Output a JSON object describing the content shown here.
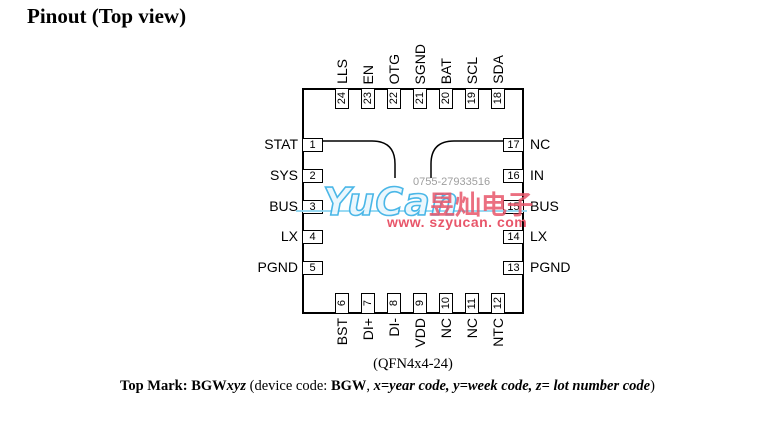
{
  "title": "Pinout (Top view)",
  "caption": "(QFN4x4-24)",
  "package_name": "QFN4x4-24",
  "top_mark": {
    "label_bold": "Top Mark: BGW",
    "label_italic": "xyz",
    "open_text": " (device code: ",
    "device_code": "BGW",
    "comma": ", ",
    "codes_italic": "x=year code, y=week code, z= lot number code",
    "close_text": ")"
  },
  "pins": {
    "top": [
      {
        "num": "24",
        "label": "LLS"
      },
      {
        "num": "23",
        "label": "EN"
      },
      {
        "num": "22",
        "label": "OTG"
      },
      {
        "num": "21",
        "label": "SGND"
      },
      {
        "num": "20",
        "label": "BAT"
      },
      {
        "num": "19",
        "label": "SCL"
      },
      {
        "num": "18",
        "label": "SDA"
      }
    ],
    "left": [
      {
        "num": "1",
        "label": "STAT"
      },
      {
        "num": "2",
        "label": "SYS"
      },
      {
        "num": "3",
        "label": "BUS"
      },
      {
        "num": "4",
        "label": "LX"
      },
      {
        "num": "5",
        "label": "PGND"
      }
    ],
    "right": [
      {
        "num": "17",
        "label": "NC"
      },
      {
        "num": "16",
        "label": "IN"
      },
      {
        "num": "15",
        "label": "BUS"
      },
      {
        "num": "14",
        "label": "LX"
      },
      {
        "num": "13",
        "label": "PGND"
      }
    ],
    "bottom": [
      {
        "num": "6",
        "label": "BST"
      },
      {
        "num": "7",
        "label": "DI+"
      },
      {
        "num": "8",
        "label": "DI-"
      },
      {
        "num": "9",
        "label": "VDD"
      },
      {
        "num": "10",
        "label": "NC"
      },
      {
        "num": "11",
        "label": "NC"
      },
      {
        "num": "12",
        "label": "NTC"
      }
    ]
  },
  "watermark": {
    "brand": "YuCan",
    "brand_cn": "昱灿电子",
    "phone": "0755-27933516",
    "website": "www. szyucan. com",
    "colors": {
      "blue": "#3cb1e6",
      "red": "#e8566a",
      "gray": "#9e9e9e"
    }
  }
}
